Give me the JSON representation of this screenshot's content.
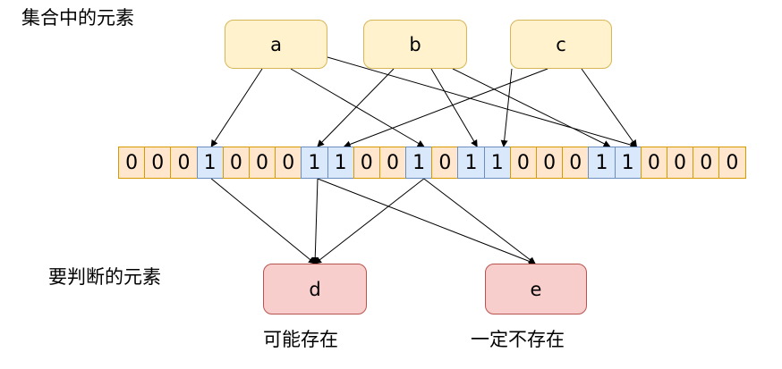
{
  "labels": {
    "set_elements": "集合中的元素",
    "query_elements": "要判断的元素",
    "maybe_exists": "可能存在",
    "definitely_not": "一定不存在"
  },
  "set_elements": [
    "a",
    "b",
    "c"
  ],
  "query_elements": [
    "d",
    "e"
  ],
  "bits": [
    "0",
    "0",
    "0",
    "1",
    "0",
    "0",
    "0",
    "1",
    "1",
    "0",
    "0",
    "1",
    "0",
    "1",
    "1",
    "0",
    "0",
    "0",
    "1",
    "1",
    "0",
    "0",
    "0",
    "0"
  ],
  "colors": {
    "set_fill": "#fff2cc",
    "set_stroke": "#d6b656",
    "query_fill": "#f8cecc",
    "query_stroke": "#b85450",
    "bit0_fill": "#ffe6cc",
    "bit0_stroke": "#d79b00",
    "bit1_fill": "#dae8fc",
    "bit1_stroke": "#6c8ebf"
  },
  "mappings": {
    "a": [
      3,
      11,
      19
    ],
    "b": [
      7,
      13,
      18
    ],
    "c": [
      8,
      14,
      19
    ],
    "d": [
      3,
      7,
      11
    ],
    "e": [
      7,
      11
    ]
  }
}
